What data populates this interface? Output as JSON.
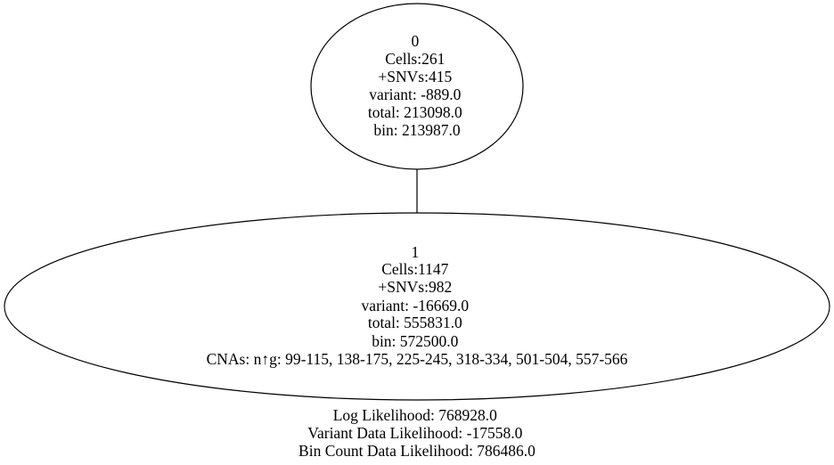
{
  "tree": {
    "nodes": [
      {
        "id": "0",
        "lines": [
          "0",
          "Cells:261",
          "+SNVs:415",
          "variant: -889.0",
          "total: 213098.0",
          "bin: 213987.0"
        ]
      },
      {
        "id": "1",
        "lines": [
          "1",
          "Cells:1147",
          "+SNVs:982",
          "variant: -16669.0",
          "total: 555831.0",
          "bin: 572500.0",
          "CNAs: n↑g: 99-115, 138-175, 225-245, 318-334, 501-504, 557-566"
        ]
      }
    ],
    "edges": [
      {
        "from": "0",
        "to": "1"
      }
    ]
  },
  "summary": {
    "lines": [
      "Log Likelihood: 768928.0",
      "Variant Data Likelihood: -17558.0",
      "Bin Count Data Likelihood: 786486.0"
    ]
  }
}
